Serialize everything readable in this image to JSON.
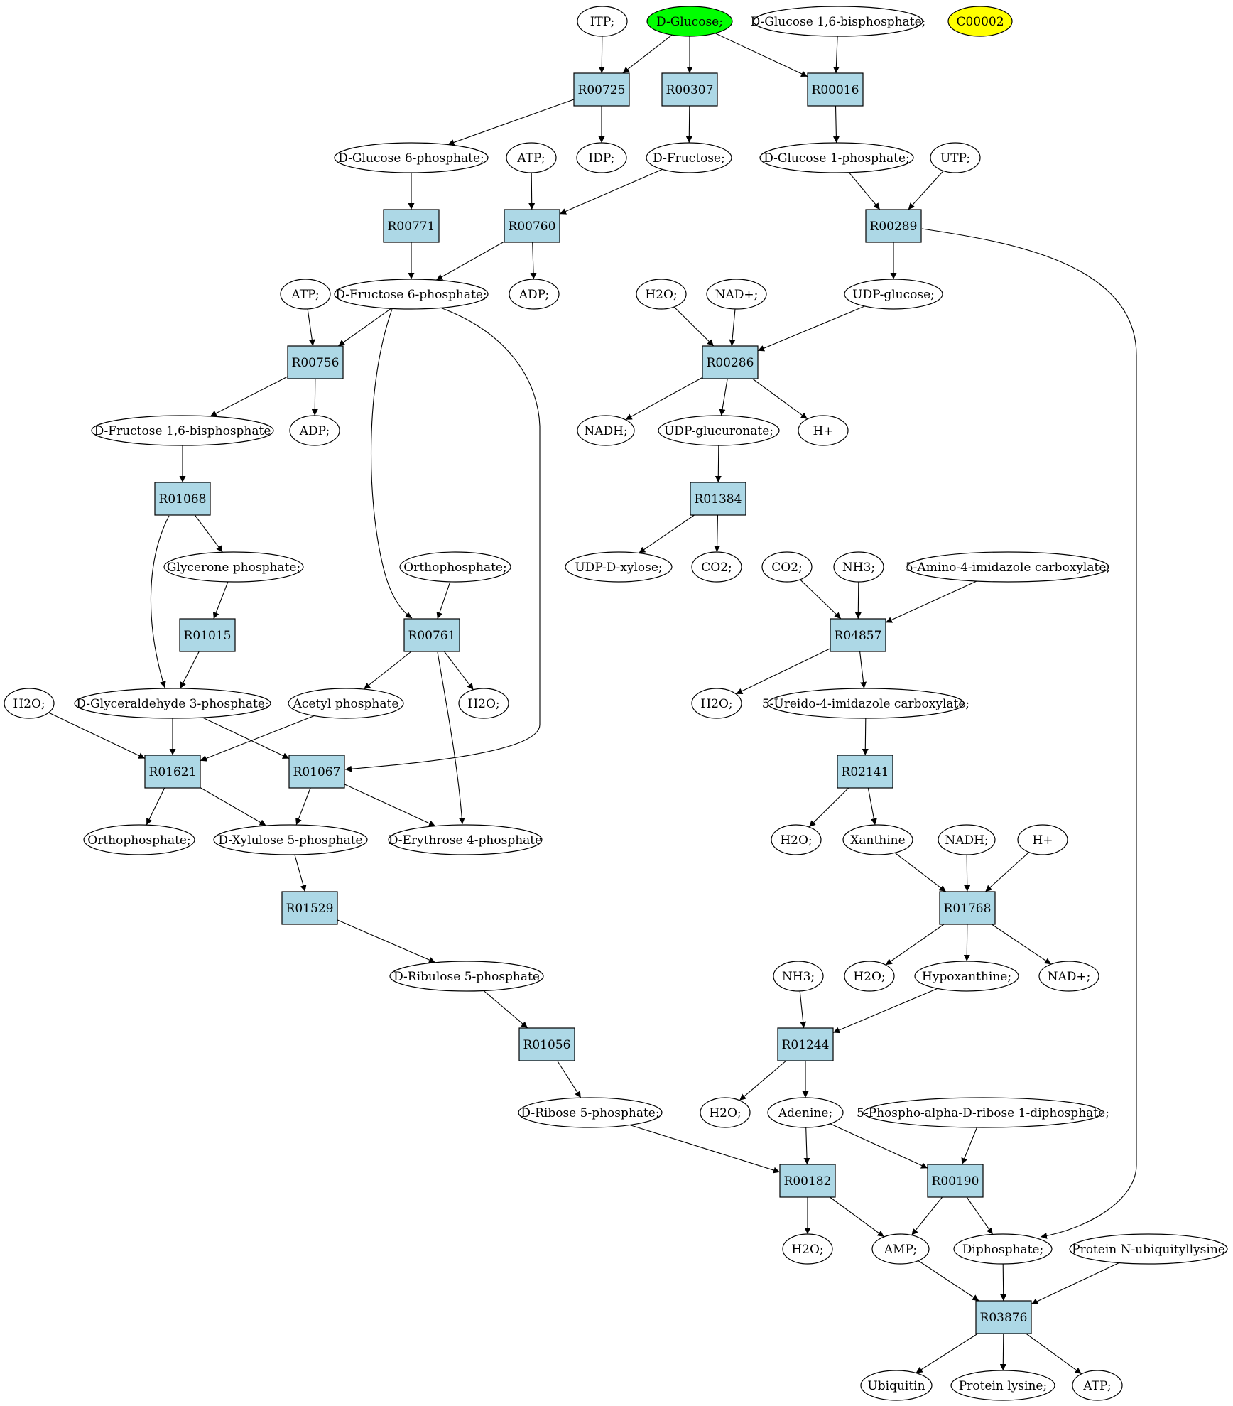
{
  "graph": {
    "colors": {
      "reaction_fill": "#add8e6",
      "compound_fill": "#ffffff",
      "start_fill": "#00ff00",
      "highlight_fill": "#ffff00",
      "stroke": "#000000"
    },
    "nodes": [
      {
        "id": "ITP1",
        "label": "ITP;",
        "kind": "compound"
      },
      {
        "id": "DGLC",
        "label": "D-Glucose;",
        "kind": "compound",
        "fill": "start"
      },
      {
        "id": "G16BP",
        "label": "D-Glucose 1,6-bisphosphate;",
        "kind": "compound"
      },
      {
        "id": "C00002",
        "label": "C00002",
        "kind": "compound",
        "fill": "highlight"
      },
      {
        "id": "R00725",
        "label": "R00725",
        "kind": "reaction"
      },
      {
        "id": "R00307",
        "label": "R00307",
        "kind": "reaction"
      },
      {
        "id": "R00016",
        "label": "R00016",
        "kind": "reaction"
      },
      {
        "id": "G6P",
        "label": "D-Glucose 6-phosphate;",
        "kind": "compound"
      },
      {
        "id": "ATP1",
        "label": "ATP;",
        "kind": "compound"
      },
      {
        "id": "IDP1",
        "label": "IDP;",
        "kind": "compound"
      },
      {
        "id": "FRU",
        "label": "D-Fructose;",
        "kind": "compound"
      },
      {
        "id": "G1P",
        "label": "D-Glucose 1-phosphate;",
        "kind": "compound"
      },
      {
        "id": "UTP1",
        "label": "UTP;",
        "kind": "compound"
      },
      {
        "id": "R00771",
        "label": "R00771",
        "kind": "reaction"
      },
      {
        "id": "R00760",
        "label": "R00760",
        "kind": "reaction"
      },
      {
        "id": "R00289",
        "label": "R00289",
        "kind": "reaction"
      },
      {
        "id": "ATP2",
        "label": "ATP;",
        "kind": "compound"
      },
      {
        "id": "F6P",
        "label": "D-Fructose 6-phosphate;",
        "kind": "compound"
      },
      {
        "id": "ADP1",
        "label": "ADP;",
        "kind": "compound"
      },
      {
        "id": "H2O1",
        "label": "H2O;",
        "kind": "compound"
      },
      {
        "id": "NADp1",
        "label": "NAD+;",
        "kind": "compound"
      },
      {
        "id": "UDPG",
        "label": "UDP-glucose;",
        "kind": "compound"
      },
      {
        "id": "R00756",
        "label": "R00756",
        "kind": "reaction"
      },
      {
        "id": "R00286",
        "label": "R00286",
        "kind": "reaction"
      },
      {
        "id": "F16BP",
        "label": "D-Fructose 1,6-bisphosphate",
        "kind": "compound"
      },
      {
        "id": "ADP2",
        "label": "ADP;",
        "kind": "compound"
      },
      {
        "id": "NADH1",
        "label": "NADH;",
        "kind": "compound"
      },
      {
        "id": "UDPGA",
        "label": "UDP-glucuronate;",
        "kind": "compound"
      },
      {
        "id": "Hp1",
        "label": "H+",
        "kind": "compound"
      },
      {
        "id": "R01068",
        "label": "R01068",
        "kind": "reaction"
      },
      {
        "id": "R01384",
        "label": "R01384",
        "kind": "reaction"
      },
      {
        "id": "DHAP",
        "label": "Glycerone phosphate;",
        "kind": "compound"
      },
      {
        "id": "PI1",
        "label": "Orthophosphate;",
        "kind": "compound"
      },
      {
        "id": "UDPX",
        "label": "UDP-D-xylose;",
        "kind": "compound"
      },
      {
        "id": "CO2a",
        "label": "CO2;",
        "kind": "compound"
      },
      {
        "id": "CO2b",
        "label": "CO2;",
        "kind": "compound"
      },
      {
        "id": "NH3a",
        "label": "NH3;",
        "kind": "compound"
      },
      {
        "id": "AICX",
        "label": "5-Amino-4-imidazole carboxylate;",
        "kind": "compound"
      },
      {
        "id": "R01015",
        "label": "R01015",
        "kind": "reaction"
      },
      {
        "id": "R00761",
        "label": "R00761",
        "kind": "reaction"
      },
      {
        "id": "R04857",
        "label": "R04857",
        "kind": "reaction"
      },
      {
        "id": "H2O2",
        "label": "H2O;",
        "kind": "compound"
      },
      {
        "id": "GAP",
        "label": "D-Glyceraldehyde 3-phosphate;",
        "kind": "compound"
      },
      {
        "id": "ACP",
        "label": "Acetyl phosphate",
        "kind": "compound"
      },
      {
        "id": "H2O3",
        "label": "H2O;",
        "kind": "compound"
      },
      {
        "id": "H2O4",
        "label": "H2O;",
        "kind": "compound"
      },
      {
        "id": "UICX",
        "label": "5-Ureido-4-imidazole carboxylate;",
        "kind": "compound"
      },
      {
        "id": "R01621",
        "label": "R01621",
        "kind": "reaction"
      },
      {
        "id": "R01067",
        "label": "R01067",
        "kind": "reaction"
      },
      {
        "id": "R02141",
        "label": "R02141",
        "kind": "reaction"
      },
      {
        "id": "PI2",
        "label": "Orthophosphate;",
        "kind": "compound"
      },
      {
        "id": "X5P",
        "label": "D-Xylulose 5-phosphate",
        "kind": "compound"
      },
      {
        "id": "E4P",
        "label": "D-Erythrose 4-phosphate",
        "kind": "compound"
      },
      {
        "id": "H2O5",
        "label": "H2O;",
        "kind": "compound"
      },
      {
        "id": "XAN",
        "label": "Xanthine",
        "kind": "compound"
      },
      {
        "id": "NADH2",
        "label": "NADH;",
        "kind": "compound"
      },
      {
        "id": "Hp2",
        "label": "H+",
        "kind": "compound"
      },
      {
        "id": "R01529",
        "label": "R01529",
        "kind": "reaction"
      },
      {
        "id": "R01768",
        "label": "R01768",
        "kind": "reaction"
      },
      {
        "id": "RU5P",
        "label": "D-Ribulose 5-phosphate",
        "kind": "compound"
      },
      {
        "id": "NH3b",
        "label": "NH3;",
        "kind": "compound"
      },
      {
        "id": "H2O6",
        "label": "H2O;",
        "kind": "compound"
      },
      {
        "id": "HYP",
        "label": "Hypoxanthine;",
        "kind": "compound"
      },
      {
        "id": "NADp2",
        "label": "NAD+;",
        "kind": "compound"
      },
      {
        "id": "R01056",
        "label": "R01056",
        "kind": "reaction"
      },
      {
        "id": "R01244",
        "label": "R01244",
        "kind": "reaction"
      },
      {
        "id": "R5P",
        "label": "D-Ribose 5-phosphate;",
        "kind": "compound"
      },
      {
        "id": "H2O7",
        "label": "H2O;",
        "kind": "compound"
      },
      {
        "id": "ADE",
        "label": "Adenine;",
        "kind": "compound"
      },
      {
        "id": "PRPP",
        "label": "5-Phospho-alpha-D-ribose 1-diphosphate;",
        "kind": "compound"
      },
      {
        "id": "R00182",
        "label": "R00182",
        "kind": "reaction"
      },
      {
        "id": "R00190",
        "label": "R00190",
        "kind": "reaction"
      },
      {
        "id": "H2O8",
        "label": "H2O;",
        "kind": "compound"
      },
      {
        "id": "AMP",
        "label": "AMP;",
        "kind": "compound"
      },
      {
        "id": "PPI",
        "label": "Diphosphate;",
        "kind": "compound"
      },
      {
        "id": "PNUL",
        "label": "Protein N-ubiquityllysine",
        "kind": "compound"
      },
      {
        "id": "R03876",
        "label": "R03876",
        "kind": "reaction"
      },
      {
        "id": "UBQ",
        "label": "Ubiquitin",
        "kind": "compound"
      },
      {
        "id": "PLYS",
        "label": "Protein lysine;",
        "kind": "compound"
      },
      {
        "id": "ATP3",
        "label": "ATP;",
        "kind": "compound"
      }
    ],
    "edges": [
      [
        "ITP1",
        "R00725"
      ],
      [
        "DGLC",
        "R00725"
      ],
      [
        "DGLC",
        "R00307"
      ],
      [
        "DGLC",
        "R00016"
      ],
      [
        "G16BP",
        "R00016"
      ],
      [
        "R00725",
        "G6P"
      ],
      [
        "R00725",
        "IDP1"
      ],
      [
        "R00307",
        "FRU"
      ],
      [
        "R00016",
        "G1P"
      ],
      [
        "G6P",
        "R00771"
      ],
      [
        "ATP1",
        "R00760"
      ],
      [
        "FRU",
        "R00760"
      ],
      [
        "G1P",
        "R00289"
      ],
      [
        "UTP1",
        "R00289"
      ],
      [
        "R00771",
        "F6P"
      ],
      [
        "R00760",
        "F6P"
      ],
      [
        "R00760",
        "ADP1"
      ],
      [
        "R00289",
        "UDPG"
      ],
      [
        "R00289",
        "PPI"
      ],
      [
        "ATP2",
        "R00756"
      ],
      [
        "F6P",
        "R00756"
      ],
      [
        "F6P",
        "R00761"
      ],
      [
        "F6P",
        "R01067"
      ],
      [
        "H2O1",
        "R00286"
      ],
      [
        "NADp1",
        "R00286"
      ],
      [
        "UDPG",
        "R00286"
      ],
      [
        "R00756",
        "F16BP"
      ],
      [
        "R00756",
        "ADP2"
      ],
      [
        "R00286",
        "NADH1"
      ],
      [
        "R00286",
        "UDPGA"
      ],
      [
        "R00286",
        "Hp1"
      ],
      [
        "F16BP",
        "R01068"
      ],
      [
        "UDPGA",
        "R01384"
      ],
      [
        "R01068",
        "DHAP"
      ],
      [
        "R01068",
        "GAP"
      ],
      [
        "R01384",
        "UDPX"
      ],
      [
        "R01384",
        "CO2a"
      ],
      [
        "DHAP",
        "R01015"
      ],
      [
        "PI1",
        "R00761"
      ],
      [
        "CO2b",
        "R04857"
      ],
      [
        "NH3a",
        "R04857"
      ],
      [
        "AICX",
        "R04857"
      ],
      [
        "R01015",
        "GAP"
      ],
      [
        "R00761",
        "ACP"
      ],
      [
        "R00761",
        "H2O3"
      ],
      [
        "R00761",
        "E4P"
      ],
      [
        "R04857",
        "H2O4"
      ],
      [
        "R04857",
        "UICX"
      ],
      [
        "H2O2",
        "R01621"
      ],
      [
        "GAP",
        "R01621"
      ],
      [
        "GAP",
        "R01067"
      ],
      [
        "ACP",
        "R01621"
      ],
      [
        "UICX",
        "R02141"
      ],
      [
        "R01621",
        "PI2"
      ],
      [
        "R01621",
        "X5P"
      ],
      [
        "R01067",
        "X5P"
      ],
      [
        "R01067",
        "E4P"
      ],
      [
        "R02141",
        "H2O5"
      ],
      [
        "R02141",
        "XAN"
      ],
      [
        "XAN",
        "R01768"
      ],
      [
        "NADH2",
        "R01768"
      ],
      [
        "Hp2",
        "R01768"
      ],
      [
        "X5P",
        "R01529"
      ],
      [
        "R01529",
        "RU5P"
      ],
      [
        "R01768",
        "H2O6"
      ],
      [
        "R01768",
        "HYP"
      ],
      [
        "R01768",
        "NADp2"
      ],
      [
        "RU5P",
        "R01056"
      ],
      [
        "NH3b",
        "R01244"
      ],
      [
        "HYP",
        "R01244"
      ],
      [
        "R01056",
        "R5P"
      ],
      [
        "R01244",
        "H2O7"
      ],
      [
        "R01244",
        "ADE"
      ],
      [
        "R5P",
        "R00182"
      ],
      [
        "ADE",
        "R00182"
      ],
      [
        "ADE",
        "R00190"
      ],
      [
        "PRPP",
        "R00190"
      ],
      [
        "R00182",
        "H2O8"
      ],
      [
        "R00182",
        "AMP"
      ],
      [
        "R00190",
        "AMP"
      ],
      [
        "R00190",
        "PPI"
      ],
      [
        "AMP",
        "R03876"
      ],
      [
        "PPI",
        "R03876"
      ],
      [
        "PNUL",
        "R03876"
      ],
      [
        "R03876",
        "UBQ"
      ],
      [
        "R03876",
        "PLYS"
      ],
      [
        "R03876",
        "ATP3"
      ]
    ]
  }
}
